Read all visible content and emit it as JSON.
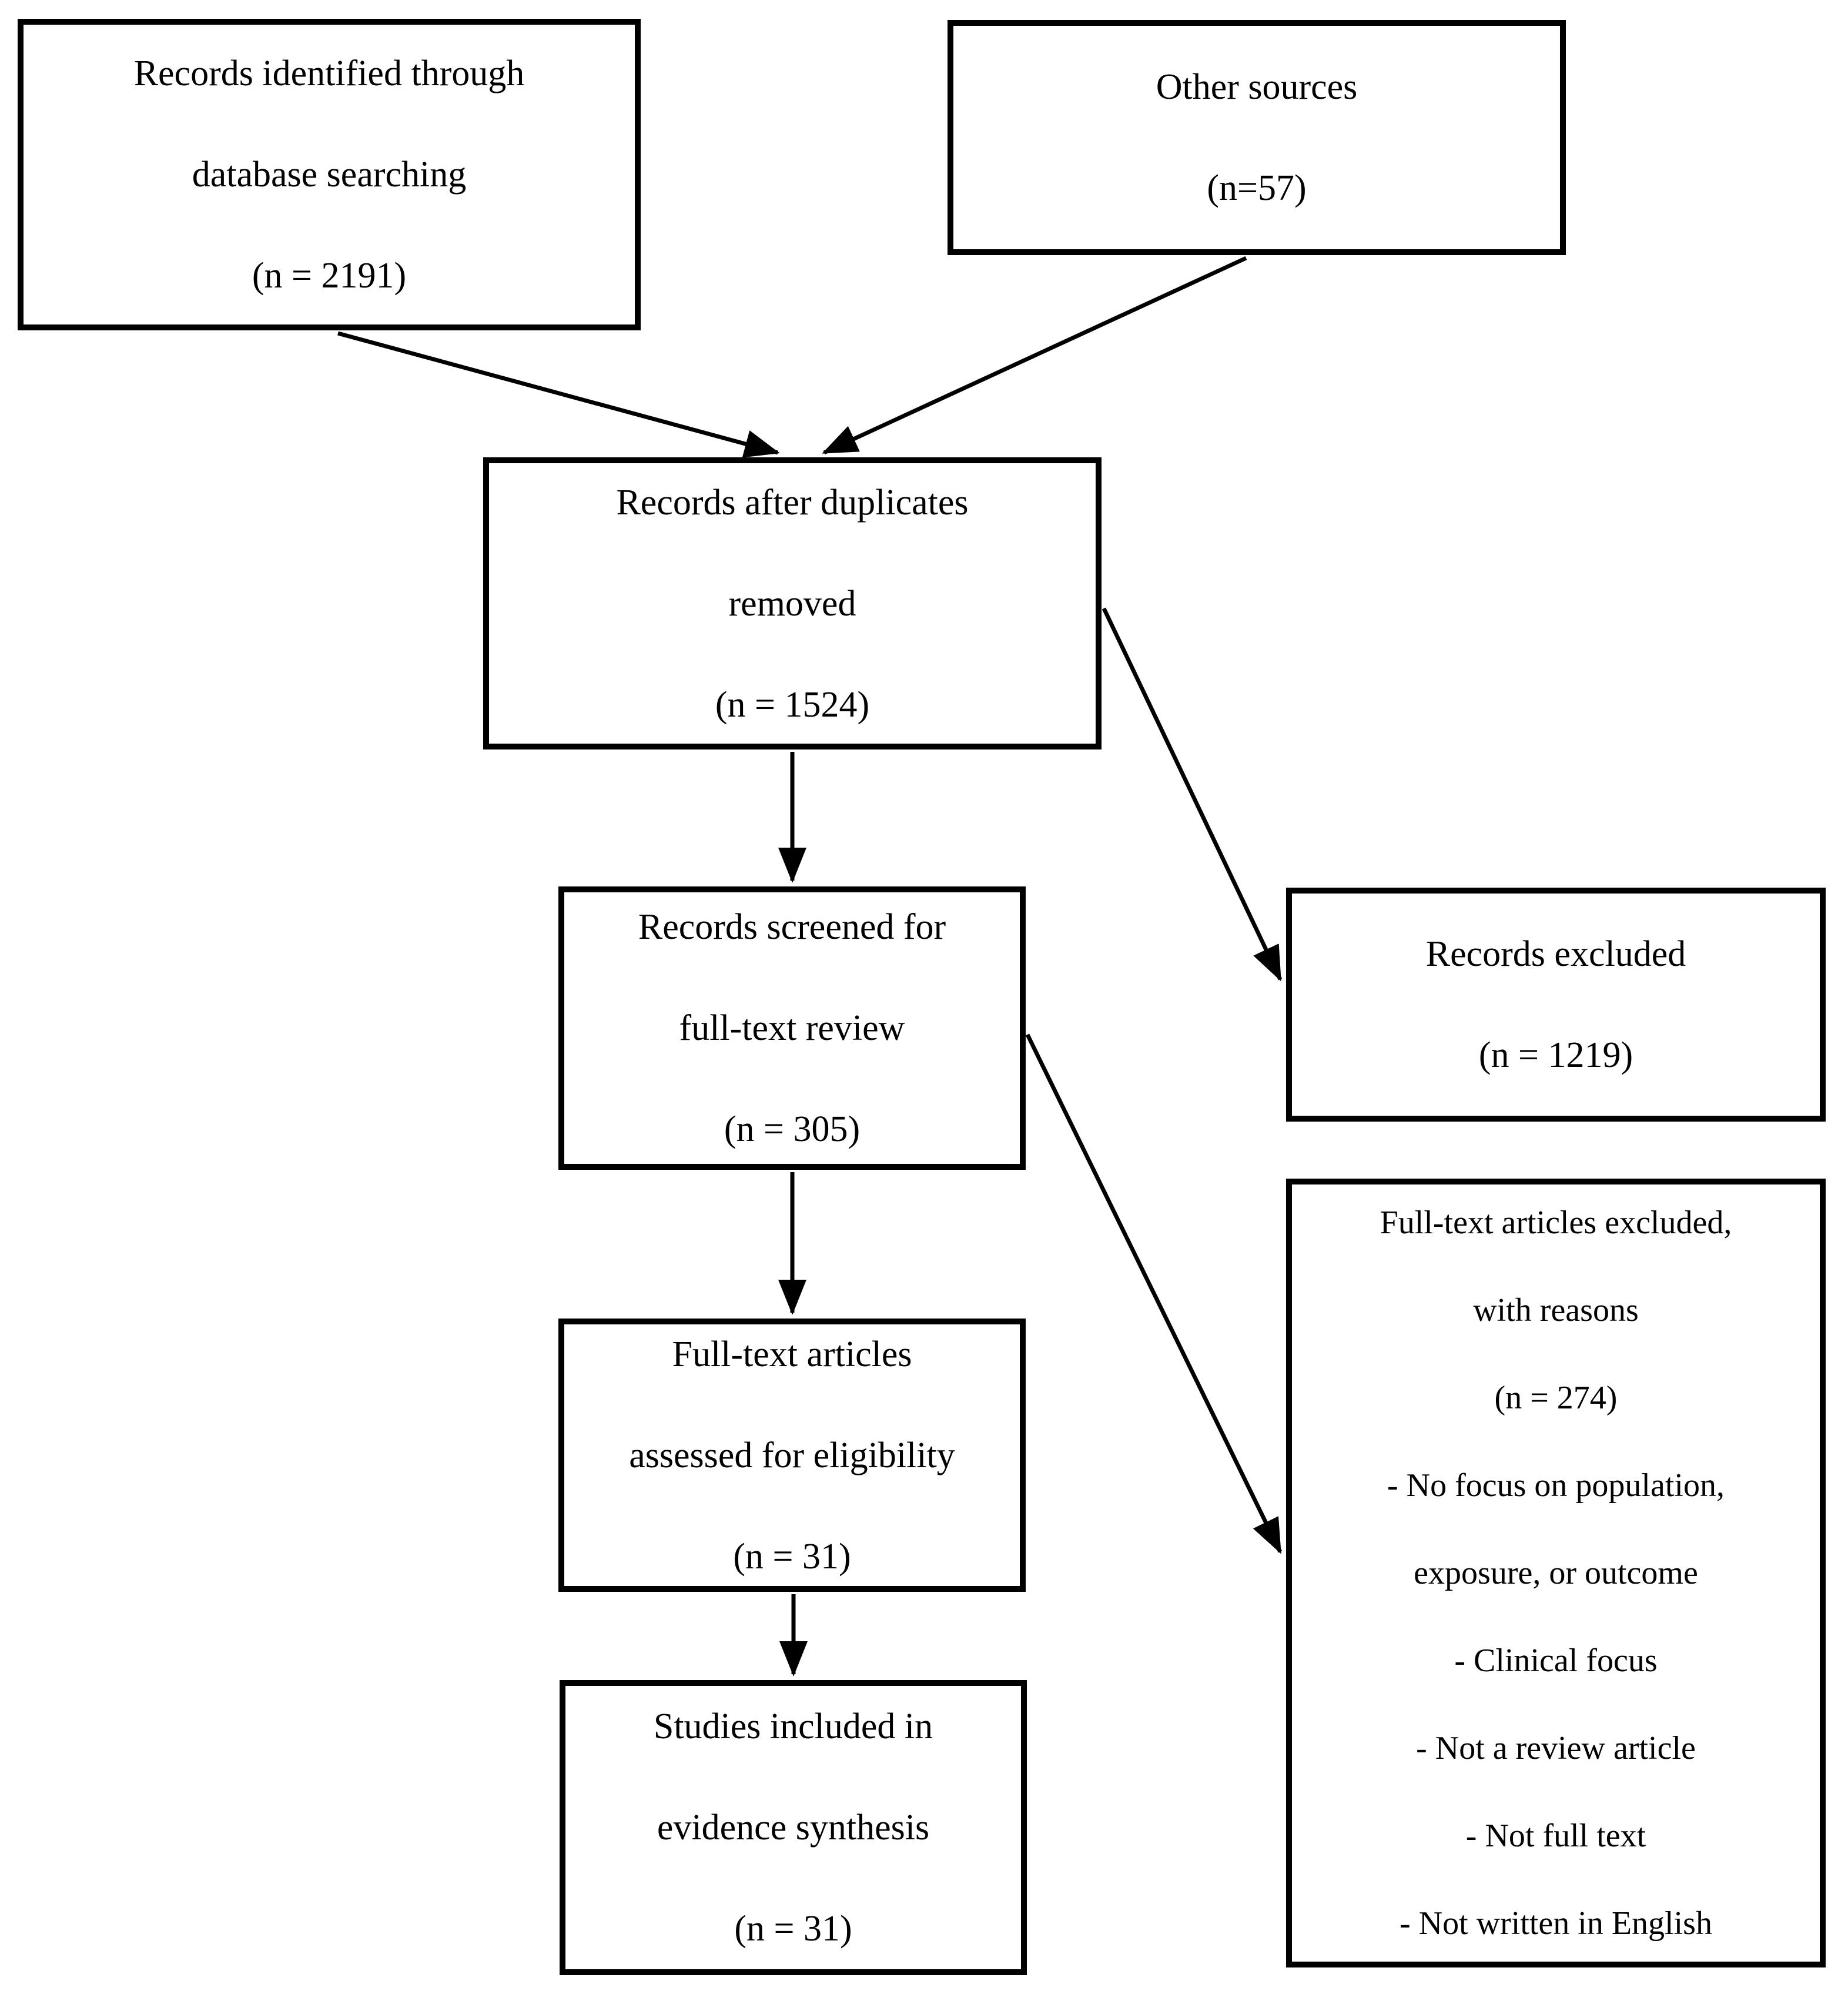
{
  "diagram": {
    "colors": {
      "background": "#ffffff",
      "line": "#000000",
      "text": "#000000"
    },
    "boxes": {
      "identified": {
        "lines": [
          "Records identified through",
          "database searching",
          "(n = 2191)"
        ]
      },
      "other_sources": {
        "lines": [
          "Other sources",
          "(n=57)"
        ]
      },
      "duplicates_removed": {
        "lines": [
          "Records after duplicates",
          "removed",
          "(n = 1524)"
        ]
      },
      "screened": {
        "lines": [
          "Records screened for",
          "full-text review",
          "(n = 305)"
        ]
      },
      "records_excluded": {
        "lines": [
          "Records excluded",
          "(n = 1219)"
        ]
      },
      "assessed": {
        "lines": [
          "Full-text articles",
          "assessed for eligibility",
          "(n = 31)"
        ]
      },
      "fulltext_excluded": {
        "lines": [
          "Full-text articles excluded,",
          "with reasons",
          "(n = 274)",
          "- No focus on population,",
          "exposure, or outcome",
          "- Clinical focus",
          "- Not a review article",
          "- Not full text",
          "- Not written in English"
        ]
      },
      "included": {
        "lines": [
          "Studies included in",
          "evidence synthesis",
          "(n = 31)"
        ]
      }
    }
  }
}
